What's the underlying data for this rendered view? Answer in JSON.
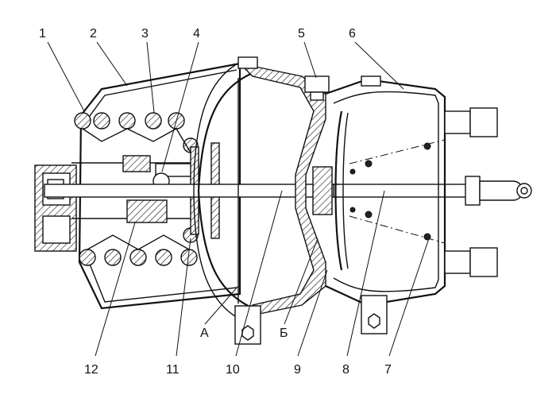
{
  "callouts": [
    "1",
    "2",
    "3",
    "4",
    "5",
    "6",
    "12",
    "11",
    "10",
    "9",
    "8",
    "7"
  ],
  "chambers": [
    "А",
    "Б"
  ],
  "colors": {
    "ink": "#111111",
    "paper": "#ffffff"
  }
}
